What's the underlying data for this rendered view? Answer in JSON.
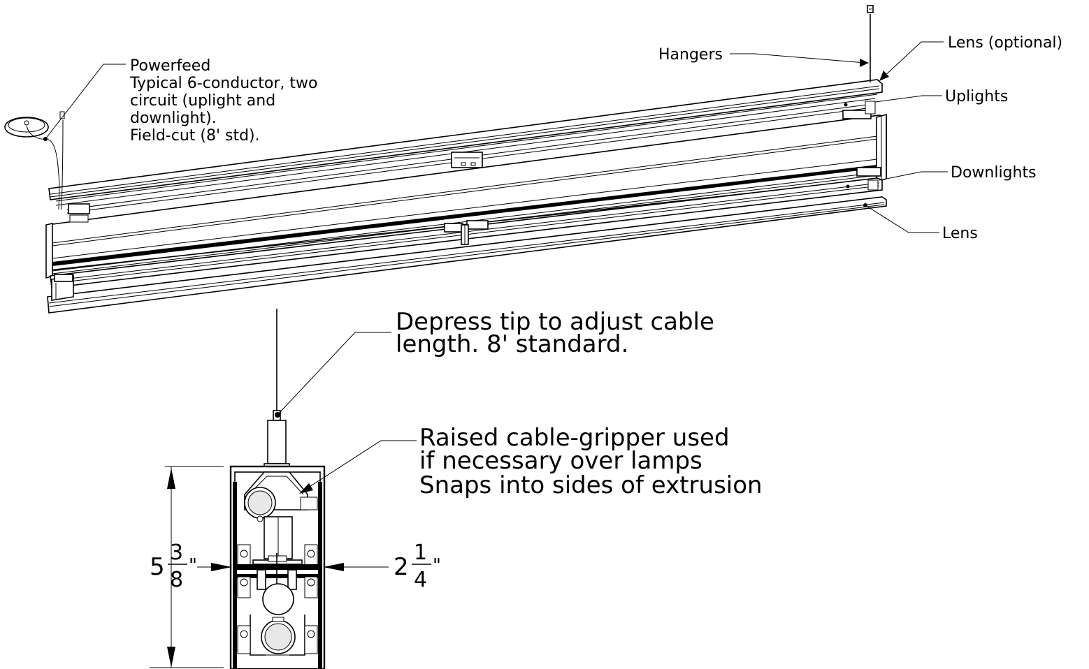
{
  "labels": {
    "powerfeed": "Powerfeed",
    "powerfeed_desc_1": "Typical 6-conductor, two",
    "powerfeed_desc_2": "circuit (uplight and",
    "powerfeed_desc_3": "downlight).",
    "powerfeed_desc_4": "Field-cut (8' std).",
    "hangers": "Hangers",
    "lens_optional": "Lens (optional)",
    "uplights": "Uplights",
    "downlights": "Downlights",
    "lens": "Lens",
    "depress_tip_1": "Depress tip to adjust cable",
    "depress_tip_2": "length. 8' standard.",
    "raised_gripper_1": "Raised cable-gripper used",
    "raised_gripper_2": "if necessary over lamps",
    "raised_gripper_3": "Snaps into sides of extrusion"
  },
  "dimensions": {
    "height_whole": "5",
    "height_num": "3",
    "height_den": "8",
    "height_unit": "\"",
    "width_whole": "2",
    "width_num": "1",
    "width_den": "4",
    "width_unit": "\""
  }
}
